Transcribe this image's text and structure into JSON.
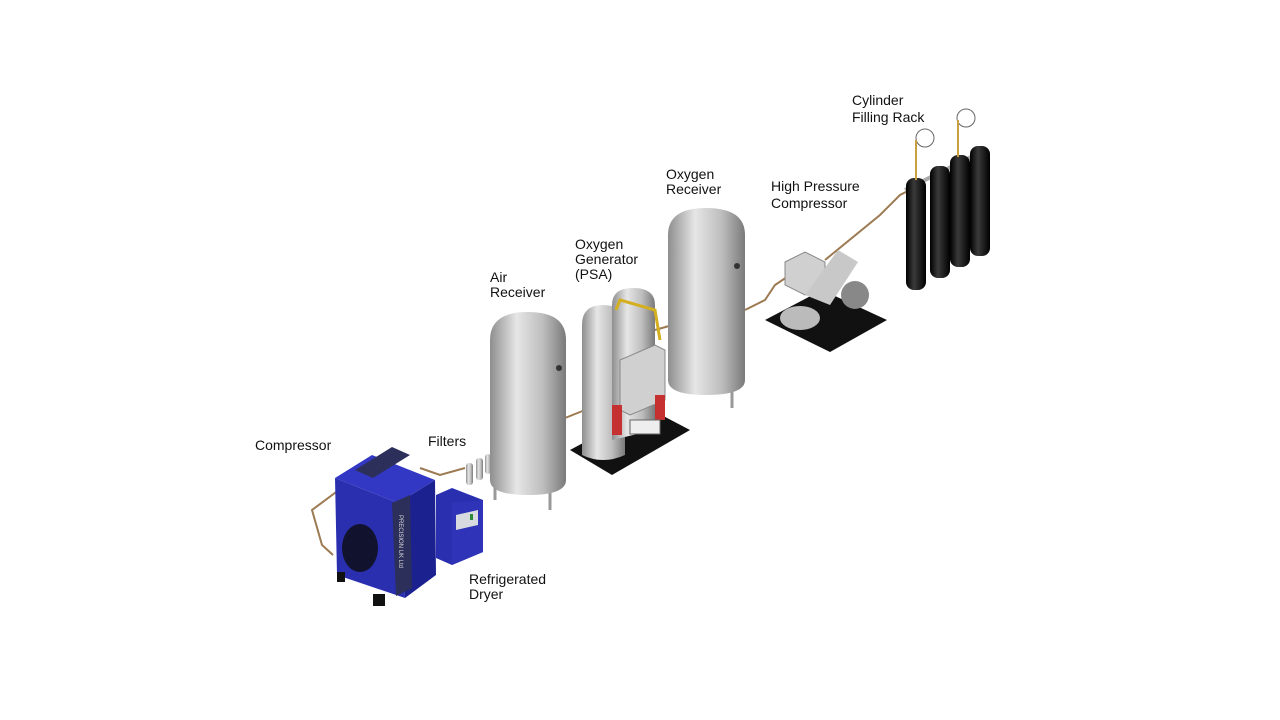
{
  "labels": {
    "compressor": "Compressor",
    "filters": "Filters",
    "dryer": [
      "Refrigerated",
      "Dryer"
    ],
    "air_receiver": [
      "Air",
      "Receiver"
    ],
    "oxygen_generator": [
      "Oxygen",
      "Generator",
      "(PSA)"
    ],
    "oxygen_receiver": [
      "Oxygen",
      "Receiver"
    ],
    "hp_compressor": [
      "High Pressure",
      "Compressor"
    ],
    "cylinder_rack": [
      "Cylinder",
      "Filling Rack"
    ]
  },
  "compressor_brand": "PRECISION UK Ltd",
  "colors": {
    "compressor": "#2a2fb0",
    "tank": "#c4c4c4",
    "pipe": "#9c7a52",
    "cylinder": "#111111"
  }
}
